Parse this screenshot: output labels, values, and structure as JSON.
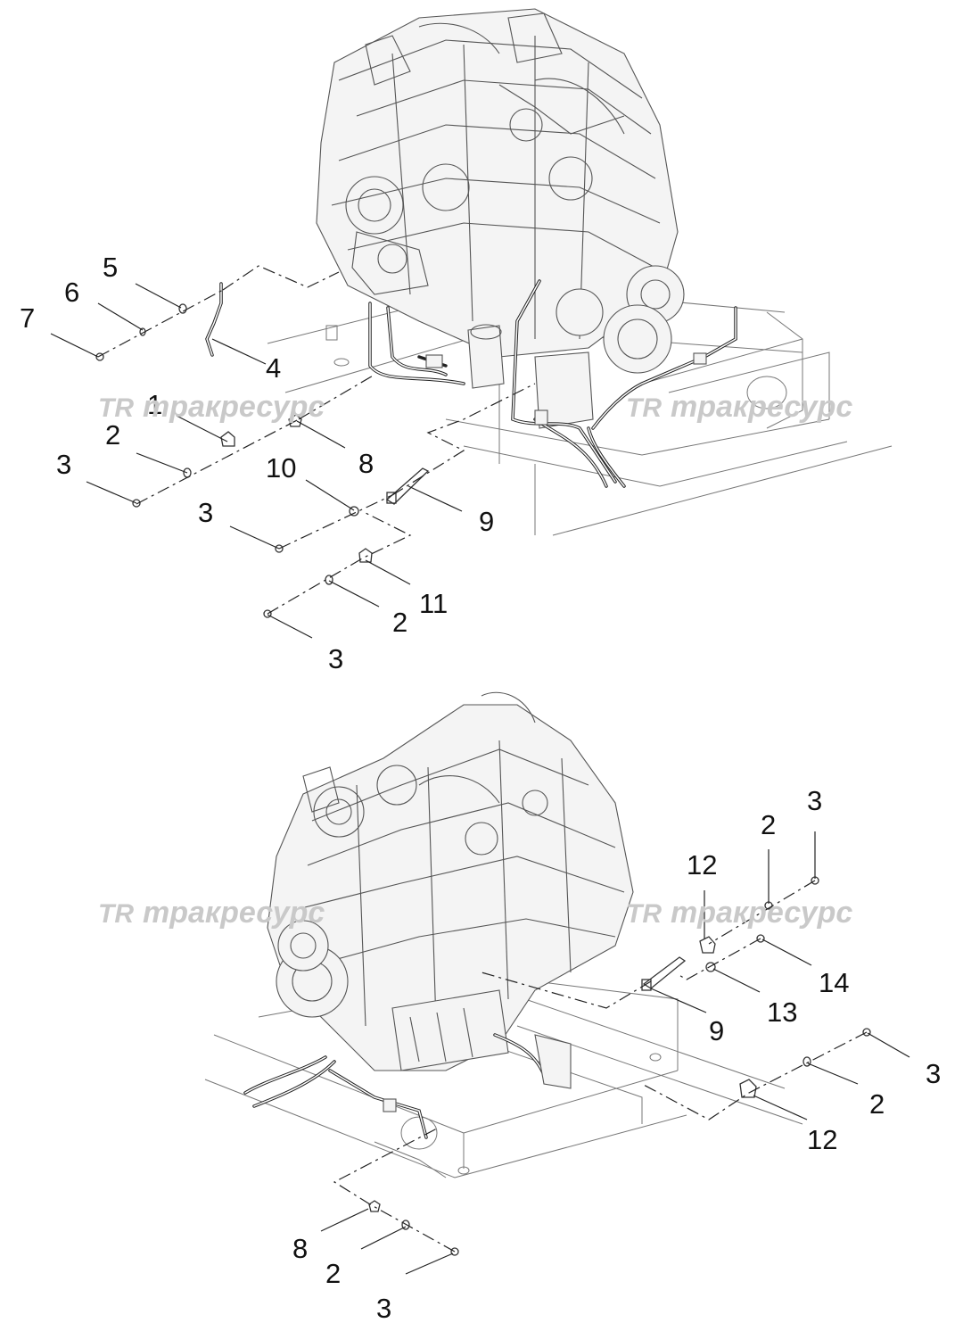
{
  "watermark": {
    "logo": "TR",
    "text": "тракресурс"
  },
  "callouts_top": [
    "5",
    "6",
    "7",
    "4",
    "1",
    "2",
    "3",
    "8",
    "10",
    "3",
    "9",
    "11",
    "2",
    "3"
  ],
  "callouts_bottom": [
    "3",
    "2",
    "12",
    "14",
    "13",
    "9",
    "3",
    "2",
    "12",
    "8",
    "2",
    "3"
  ],
  "colors": {
    "line": "#222222",
    "watermark": "#c9c9c9",
    "background": "#ffffff"
  }
}
